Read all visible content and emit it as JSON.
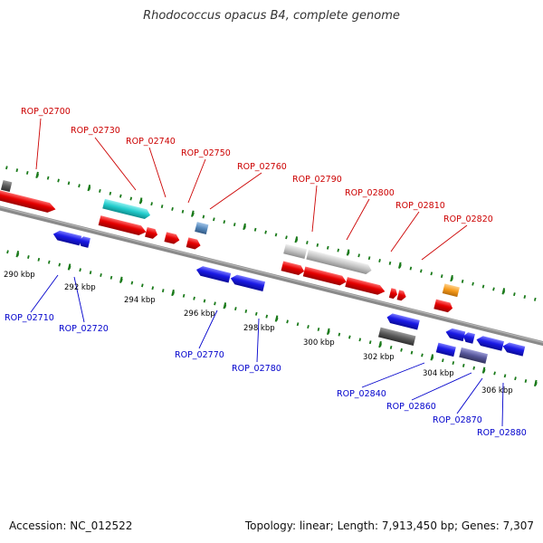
{
  "title": "Rhodococcus opacus B4, complete genome",
  "accession_text": "Accession: NC_012522",
  "summary_text": "Topology: linear; Length: 7,913,450 bp; Genes: 7,307",
  "colors": {
    "backbone": "#888888",
    "forward_label": "#cc0000",
    "reverse_label": "#0000cc",
    "tick": "#1a7a1a",
    "red": "#e60000",
    "cyan": "#22cccc",
    "steelblue": "#5588bb",
    "gray_light": "#bdbdbd",
    "gray_dark": "#555555",
    "blue": "#1a1ae6",
    "orange": "#f59a1a",
    "slate": "#555599"
  },
  "scale_labels": [
    {
      "text": "290 kbp",
      "kbp": 290
    },
    {
      "text": "292 kbp",
      "kbp": 292
    },
    {
      "text": "294 kbp",
      "kbp": 294
    },
    {
      "text": "296 kbp",
      "kbp": 296
    },
    {
      "text": "298 kbp",
      "kbp": 298
    },
    {
      "text": "300 kbp",
      "kbp": 300
    },
    {
      "text": "302 kbp",
      "kbp": 302
    },
    {
      "text": "304 kbp",
      "kbp": 304
    },
    {
      "text": "306 kbp",
      "kbp": 306
    }
  ],
  "gene_labels": [
    {
      "text": "ROP_02700",
      "strand": "forward"
    },
    {
      "text": "ROP_02730",
      "strand": "forward"
    },
    {
      "text": "ROP_02740",
      "strand": "forward"
    },
    {
      "text": "ROP_02750",
      "strand": "forward"
    },
    {
      "text": "ROP_02760",
      "strand": "forward"
    },
    {
      "text": "ROP_02790",
      "strand": "forward"
    },
    {
      "text": "ROP_02800",
      "strand": "forward"
    },
    {
      "text": "ROP_02810",
      "strand": "forward"
    },
    {
      "text": "ROP_02820",
      "strand": "forward"
    },
    {
      "text": "ROP_02710",
      "strand": "reverse"
    },
    {
      "text": "ROP_02720",
      "strand": "reverse"
    },
    {
      "text": "ROP_02770",
      "strand": "reverse"
    },
    {
      "text": "ROP_02780",
      "strand": "reverse"
    },
    {
      "text": "ROP_02840",
      "strand": "reverse"
    },
    {
      "text": "ROP_02860",
      "strand": "reverse"
    },
    {
      "text": "ROP_02870",
      "strand": "reverse"
    },
    {
      "text": "ROP_02880",
      "strand": "reverse"
    }
  ]
}
